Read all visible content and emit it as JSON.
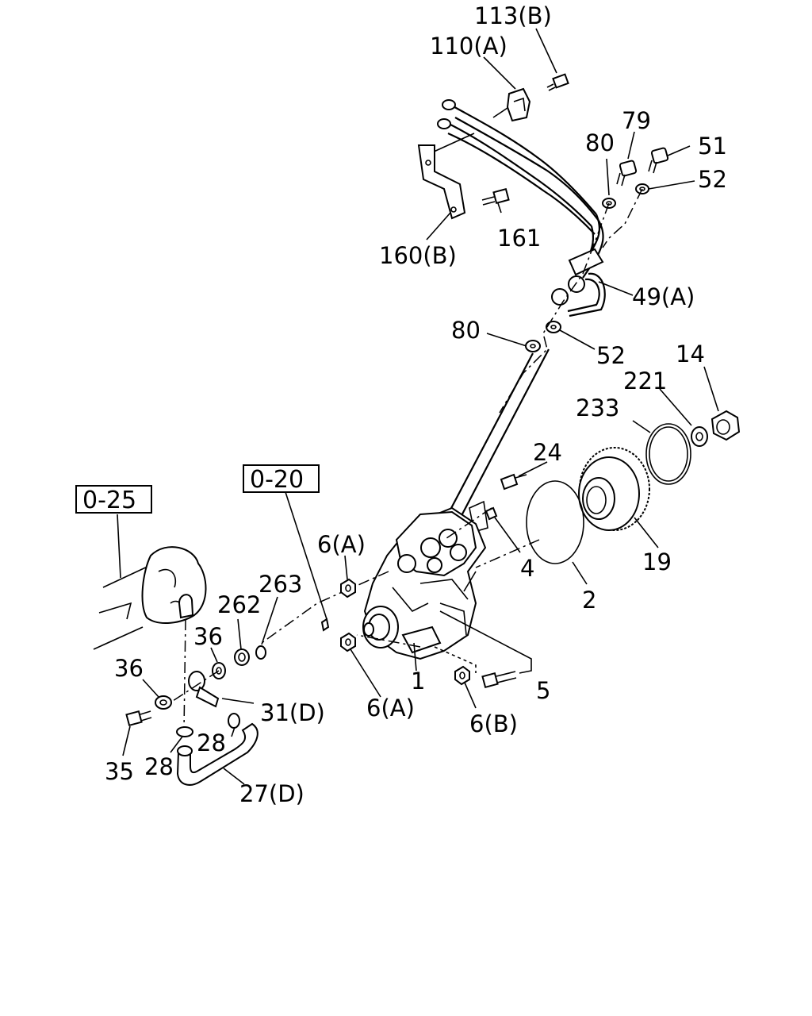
{
  "labels": {
    "p113B": "113(B)",
    "p110A": "110(A)",
    "p79": "79",
    "p80a": "80",
    "p51": "51",
    "p52a": "52",
    "p161": "161",
    "p160B": "160(B)",
    "p49A": "49(A)",
    "p80b": "80",
    "p52b": "52",
    "p14": "14",
    "p221": "221",
    "p233": "233",
    "p24": "24",
    "p19": "19",
    "p4": "4",
    "p2": "2",
    "p6A_top": "6(A)",
    "p263": "263",
    "p262": "262",
    "p36a": "36",
    "p36b": "36",
    "p31D": "31(D)",
    "p28a": "28",
    "p28b": "28",
    "p35": "35",
    "p27D": "27(D)",
    "p1": "1",
    "p6A_bot": "6(A)",
    "p6B": "6(B)",
    "p5": "5"
  },
  "refs": {
    "r025": "0-25",
    "r020": "0-20"
  }
}
